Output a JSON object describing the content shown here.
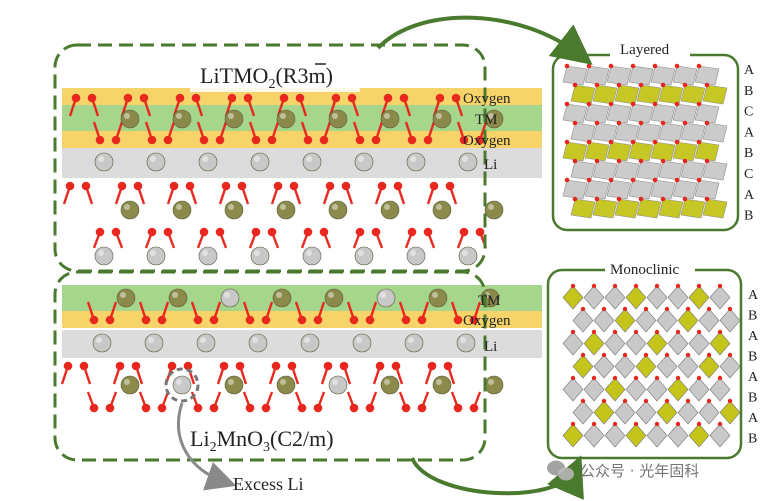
{
  "top_panel": {
    "formula_prefix": "LiTMO",
    "formula_sub": "2",
    "formula_open": "(R",
    "formula_bar": "3",
    "formula_close": "m)",
    "layers": [
      "Oxygen",
      "TM",
      "Oxygen",
      "Li"
    ]
  },
  "bottom_panel": {
    "formula_prefix": "Li",
    "formula_sub1": "2",
    "formula_mid": "MnO",
    "formula_sub2": "3",
    "formula_suffix": "(C2/m)",
    "layers": [
      "TM",
      "Oxygen",
      "Li"
    ],
    "excess_label": "Excess Li"
  },
  "layered_panel": {
    "title": "Layered",
    "stacking": [
      "A",
      "B",
      "C",
      "A",
      "B",
      "C",
      "A",
      "B"
    ]
  },
  "monoclinic_panel": {
    "title": "Monoclinic",
    "stacking": [
      "A",
      "B",
      "A",
      "B",
      "A",
      "B",
      "A",
      "B"
    ]
  },
  "watermark": "公众号 · 光年固科",
  "colors": {
    "oxygen_band": "#f6d46a",
    "tm_band": "#a6d68c",
    "li_band": "#dcdcdc",
    "oxygen_atom": "#e8281e",
    "tm_atom": "#8b8a4a",
    "li_atom": "#c8c8c8",
    "frame": "#4a7a2e",
    "octa_yellow": "#c4c41a",
    "octa_gray": "#c9c9c9"
  },
  "icons": [
    "arrow-icon",
    "wechat-icon"
  ]
}
